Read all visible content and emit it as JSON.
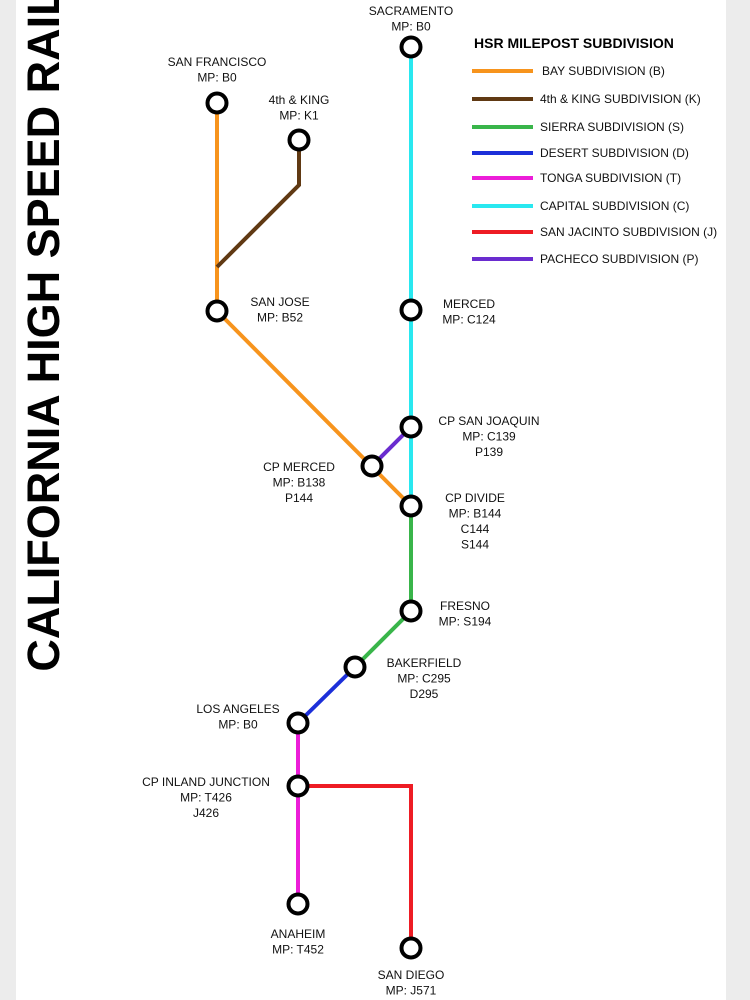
{
  "title": "CALIFORNIA HIGH SPEED RAIL",
  "legend": {
    "title": "HSR MILEPOST SUBDIVISION",
    "items": [
      {
        "key": "bay",
        "label": "BAY SUBDIVISION (B)",
        "color": "#f7941d"
      },
      {
        "key": "king",
        "label": "4th & KING SUBDIVISION (K)",
        "color": "#603913"
      },
      {
        "key": "sierra",
        "label": "SIERRA SUBDIVISION (S)",
        "color": "#39b54a"
      },
      {
        "key": "desert",
        "label": "DESERT SUBDIVISION (D)",
        "color": "#1c2fd9"
      },
      {
        "key": "tonga",
        "label": "TONGA SUBDIVISION (T)",
        "color": "#ec1dd8"
      },
      {
        "key": "capital",
        "label": "CAPITAL SUBDIVISION (C)",
        "color": "#29e8f0"
      },
      {
        "key": "jacinto",
        "label": "SAN JACINTO SUBDIVISION (J)",
        "color": "#ee1c24"
      },
      {
        "key": "pacheco",
        "label": "PACHECO SUBDIVISION (P)",
        "color": "#6a2ccf"
      }
    ]
  },
  "stations": [
    {
      "id": "sacramento",
      "name": "SACRAMENTO",
      "mileposts": [
        "MP: B0"
      ]
    },
    {
      "id": "san-francisco",
      "name": "SAN FRANCISCO",
      "mileposts": [
        "MP: B0"
      ]
    },
    {
      "id": "4th-king",
      "name": "4th & KING",
      "mileposts": [
        "MP: K1"
      ]
    },
    {
      "id": "san-jose",
      "name": "SAN JOSE",
      "mileposts": [
        "MP: B52"
      ]
    },
    {
      "id": "merced",
      "name": "MERCED",
      "mileposts": [
        "MP: C124"
      ]
    },
    {
      "id": "cp-san-joaquin",
      "name": "CP SAN JOAQUIN",
      "mileposts": [
        "MP: C139",
        "P139"
      ]
    },
    {
      "id": "cp-merced",
      "name": "CP MERCED",
      "mileposts": [
        "MP: B138",
        "P144"
      ]
    },
    {
      "id": "cp-divide",
      "name": "CP DIVIDE",
      "mileposts": [
        "MP: B144",
        "C144",
        "S144"
      ]
    },
    {
      "id": "fresno",
      "name": "FRESNO",
      "mileposts": [
        "MP: S194"
      ]
    },
    {
      "id": "bakerfield",
      "name": "BAKERFIELD",
      "mileposts": [
        "MP: C295",
        "D295"
      ]
    },
    {
      "id": "los-angeles",
      "name": "LOS ANGELES",
      "mileposts": [
        "MP: B0"
      ]
    },
    {
      "id": "cp-inland-junction",
      "name": "CP INLAND JUNCTION",
      "mileposts": [
        "MP: T426",
        "J426"
      ]
    },
    {
      "id": "anaheim",
      "name": "ANAHEIM",
      "mileposts": [
        "MP: T452"
      ]
    },
    {
      "id": "san-diego",
      "name": "SAN DIEGO",
      "mileposts": [
        "MP: J571"
      ]
    }
  ],
  "segments": [
    {
      "line": "bay",
      "from": "san-francisco",
      "to": "san-jose"
    },
    {
      "line": "king",
      "from": "4th-king",
      "to": "bay-junction"
    },
    {
      "line": "bay",
      "from": "san-jose",
      "to": "cp-divide"
    },
    {
      "line": "pacheco",
      "from": "cp-merced",
      "to": "cp-san-joaquin"
    },
    {
      "line": "capital",
      "from": "sacramento",
      "to": "cp-divide"
    },
    {
      "line": "sierra",
      "from": "cp-divide",
      "to": "bakerfield"
    },
    {
      "line": "desert",
      "from": "bakerfield",
      "to": "los-angeles"
    },
    {
      "line": "tonga",
      "from": "los-angeles",
      "to": "anaheim"
    },
    {
      "line": "jacinto",
      "from": "cp-inland-junction",
      "to": "san-diego"
    }
  ]
}
